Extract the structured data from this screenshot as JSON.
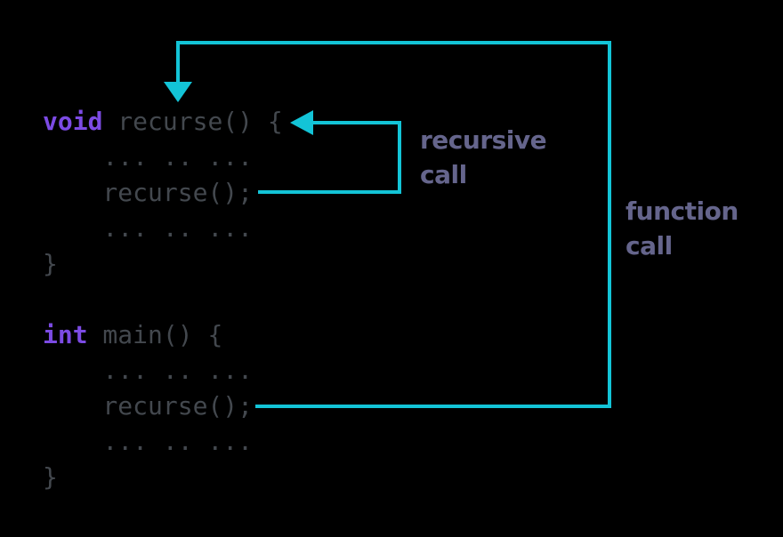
{
  "colors": {
    "background": "#000000",
    "arrow": "#13c4d7",
    "keyword": "#7c4be4",
    "code_text": "#43484e",
    "label_text": "#65658c"
  },
  "code": {
    "lines": [
      [
        {
          "text": "void",
          "type": "keyword"
        },
        {
          "text": " recurse() {",
          "type": "plain"
        }
      ],
      [
        {
          "text": "    ... .. ...",
          "type": "plain"
        }
      ],
      [
        {
          "text": "    recurse();",
          "type": "plain"
        }
      ],
      [
        {
          "text": "    ... .. ...",
          "type": "plain"
        }
      ],
      [
        {
          "text": "}",
          "type": "plain"
        }
      ],
      [],
      [
        {
          "text": "int",
          "type": "keyword"
        },
        {
          "text": " main() {",
          "type": "plain"
        }
      ],
      [
        {
          "text": "    ... .. ...",
          "type": "plain"
        }
      ],
      [
        {
          "text": "    recurse();",
          "type": "plain"
        }
      ],
      [
        {
          "text": "    ... .. ...",
          "type": "plain"
        }
      ],
      [
        {
          "text": "}",
          "type": "plain"
        }
      ]
    ]
  },
  "labels": {
    "recursive_call": {
      "line1": "recursive",
      "line2": "call"
    },
    "function_call": {
      "line1": "function",
      "line2": "call"
    }
  }
}
